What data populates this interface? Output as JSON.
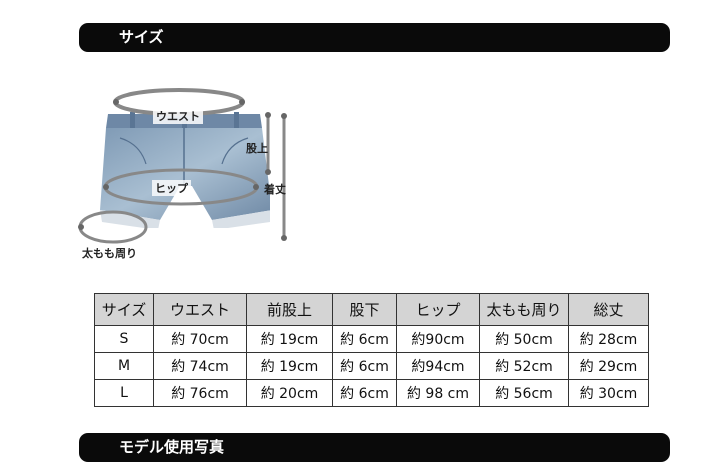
{
  "sections": {
    "size_title": "サイズ",
    "model_title": "モデル使用写真"
  },
  "diagram": {
    "waist": "ウエスト",
    "hip": "ヒップ",
    "thigh": "太もも周り",
    "rise": "股上",
    "length": "着丈"
  },
  "table": {
    "headers": [
      "サイズ",
      "ウエスト",
      "前股上",
      "股下",
      "ヒップ",
      "太もも周り",
      "総丈"
    ],
    "rows": [
      [
        "S",
        "約 70cm",
        "約 19cm",
        "約 6cm",
        "約90cm",
        "約 50cm",
        "約 28cm"
      ],
      [
        "M",
        "約 74cm",
        "約 19cm",
        "約 6cm",
        "約94cm",
        "約 52cm",
        "約 29cm"
      ],
      [
        "L",
        "約 76cm",
        "約 20cm",
        "約 6cm",
        "約 98 cm",
        "約 56cm",
        "約 30cm"
      ]
    ]
  }
}
